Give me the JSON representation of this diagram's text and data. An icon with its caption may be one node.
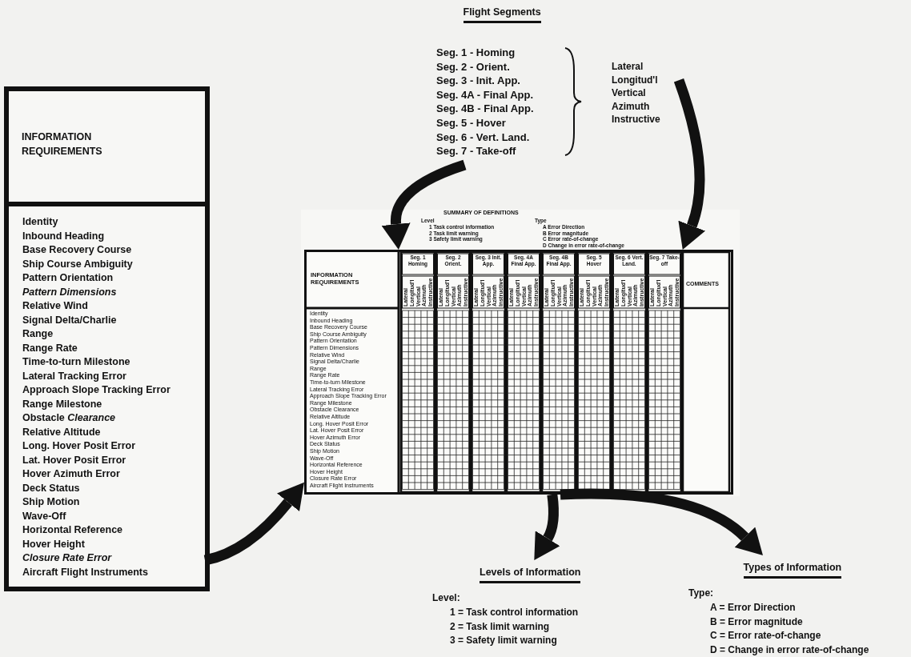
{
  "diagram": {
    "nodes": [
      {
        "text": [
          "Flight Segments",
          "Seg. 1 - Homing",
          "Seg. 2 - Orient.",
          "Seg. 3 - Init. App.",
          "Seg. 4A - Final App.",
          "Seg. 4B - Final App.",
          "Seg. 5 - Hover",
          "Seg. 6 - Vert. Land.",
          "Seg. 7 - Take-off"
        ]
      },
      {
        "text": [
          "Lateral",
          "Longitud'l",
          "Vertical",
          "Azimuth",
          "Instructive"
        ]
      },
      {
        "text": [],
        "shape": "box"
      },
      {
        "text": [
          "INFORMATION REQUIREMENTS"
        ],
        "in": 2
      },
      {
        "text": [
          "Identity",
          "Inbound Heading",
          "Base Recovery Course",
          "Ship Course Ambiguity",
          "Pattern Orientation",
          "*Pattern Dimensions*",
          "Relative Wind",
          "Signal Delta/Charlie",
          "Range",
          "Range Rate",
          "Time-to-turn Milestone",
          "Lateral Tracking Error",
          "Approach Slope Tracking Error",
          "Range Milestone",
          "Obstacle *Clearance*",
          "Relative Altitude",
          "Long. Hover Posit Error",
          "Lat. Hover Posit Error",
          "Hover Azimuth Error",
          "Deck Status",
          "Ship Motion",
          "Wave-Off",
          "Horizontal Reference",
          "Hover Height",
          "*Closure Rate Error*",
          "Aircraft Flight Instruments"
        ],
        "in": 2
      },
      {
        "text": [
          "SUMMARY OF DEFINITIONS",
          "Level",
          "1 Task control information",
          "2 Task limit warning",
          "3 Safety limit warning",
          "Type",
          "A Error Direction",
          "B Error magnitude",
          "C Error rate-of-change",
          "D Change in error rate-of-change"
        ]
      },
      {
        "text": [
          "INFORMATION REQUIREMENTS",
          "Seg. 1 Homing",
          "Seg. 2 Orient.",
          "Seg. 3 Init. App.",
          "Seg. 4A Final App.",
          "Seg. 4B Final App.",
          "Seg. 5 Hover",
          "Seg. 6 Vert. Land.",
          "Seg. 7 Take-off",
          "COMMENTS",
          "Identity",
          "Inbound Heading",
          "Base Recovery Course",
          "Ship Course Ambiguity",
          "Pattern Orientation",
          "Pattern Dimensions",
          "Relative Wind",
          "Signal Delta/Charlie",
          "Range",
          "Range Rate",
          "Time-to-turn Milestone",
          "Lateral Tracking Error",
          "Approach Slope Tracking Error",
          "Range Milestone",
          "Obstacle Clearance",
          "Relative Altitude",
          "Long. Hover Posit Error",
          "Lat. Hover Posit Error",
          "Hover Azimuth Error",
          "Deck Status",
          "Ship Motion",
          "Wave-Off",
          "Horizontal Reference",
          "Hover Height",
          "Closure Rate Error",
          "Aircraft Flight Instruments"
        ],
        "in": 5
      },
      {
        "text": [
          "Levels of Information",
          "Level:",
          "1 = Task control information",
          "2 = Task limit warning",
          "3 = Safety limit warning"
        ]
      },
      {
        "text": [
          "Types of Information",
          "Type:",
          "A = Error Direction",
          "B = Error magnitude",
          "C = Error rate-of-change",
          "D = Change in error rate-of-change"
        ]
      }
    ],
    "edges": [
      {
        "from": 0,
        "to": 6,
        "arrow": "to"
      },
      {
        "from": 1,
        "to": 6,
        "arrow": "to"
      },
      {
        "from": 4,
        "to": 6,
        "arrow": "to"
      },
      {
        "from": 6,
        "to": 7,
        "arrow": "to"
      },
      {
        "from": 6,
        "to": 8,
        "arrow": "to"
      }
    ],
    "labels": [
      "Lateral",
      "Longitud'l",
      "Vertical",
      "Azimuth",
      "Instructive",
      "Lateral",
      "Longitud'l",
      "Vertical",
      "Azimuth",
      "Instructive",
      "Lateral",
      "Longitud'l",
      "Vertical",
      "Azimuth",
      "Instructive",
      "Lateral",
      "Longitud'l",
      "Vertical",
      "Azimuth",
      "Instructive",
      "Lateral",
      "Longitud'l",
      "Vertical",
      "Azimuth",
      "Instructive",
      "Lateral",
      "Longitud'l",
      "Vertical",
      "Azimuth",
      "Instructive",
      "Lateral",
      "Longitud'l",
      "Vertical",
      "Azimuth",
      "Instructive",
      "Lateral",
      "Longitud'l",
      "Vertical",
      "Azimuth",
      "Instructive"
    ]
  }
}
